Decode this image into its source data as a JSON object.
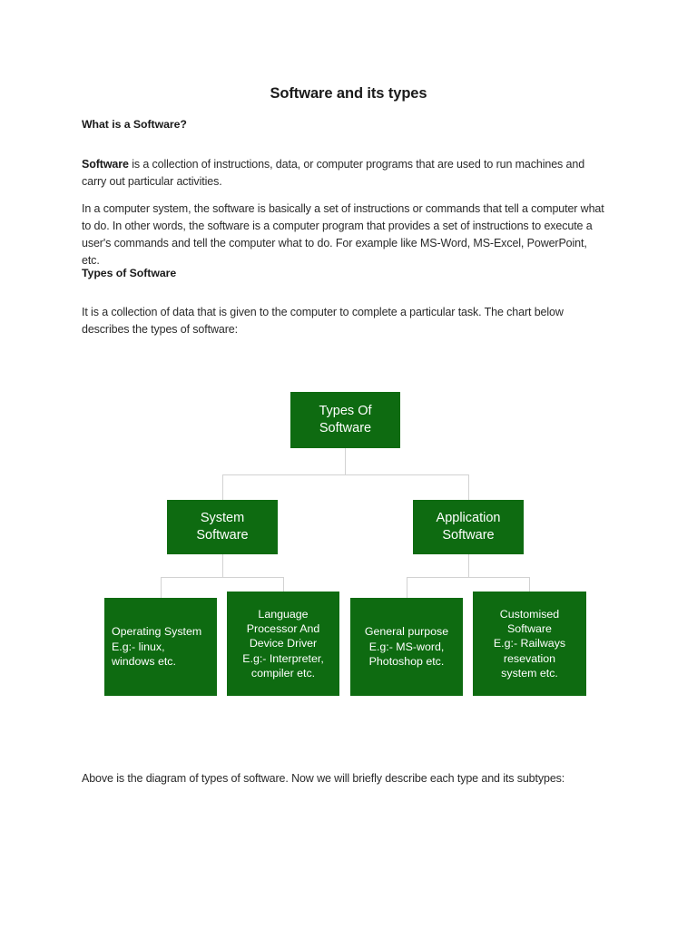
{
  "document": {
    "title": "Software and its types",
    "headings": {
      "what_is": "What is a Software?",
      "types_of": "Types of Software"
    },
    "paragraphs": {
      "p1_lead": "Software",
      "p1_rest": " is a collection of instructions, data, or computer programs that are used to run machines and carry out particular activities.",
      "p2": "In a computer system, the software is basically a set of instructions or commands that tell a computer what to do. In other words, the software is a computer program that provides a set of instructions to execute a user's commands and tell the computer what to do. For example like MS-Word, MS-Excel, PowerPoint, etc.",
      "p3": "It is a collection of data that is given to the computer to complete a particular task. The chart below describes the types of software:",
      "p4": "Above is the diagram of types of software. Now we will briefly describe each type and its subtypes:"
    }
  },
  "chart_data": {
    "type": "diagram",
    "title": "Types Of Software",
    "node_fill": "#0e6b11",
    "node_text_color": "#ffffff",
    "connector_color": "#d2d2d2",
    "nodes": {
      "root": {
        "lines": [
          "Types Of",
          "Software"
        ]
      },
      "system": {
        "lines": [
          "System",
          "Software"
        ]
      },
      "application": {
        "lines": [
          "Application",
          "Software"
        ]
      },
      "operating_system": {
        "lines": [
          "Operating System",
          "E.g:- linux,",
          "windows etc."
        ]
      },
      "language_processor": {
        "lines": [
          "Language",
          "Processor And",
          "Device Driver",
          "E.g:- Interpreter,",
          "compiler etc."
        ]
      },
      "general_purpose": {
        "lines": [
          "General purpose",
          "E.g:- MS-word,",
          "Photoshop etc."
        ]
      },
      "customised": {
        "lines": [
          "Customised",
          "Software",
          "E.g:- Railways",
          "resevation",
          "system etc."
        ]
      }
    },
    "edges": [
      {
        "from": "root",
        "to": "system"
      },
      {
        "from": "root",
        "to": "application"
      },
      {
        "from": "system",
        "to": "operating_system"
      },
      {
        "from": "system",
        "to": "language_processor"
      },
      {
        "from": "application",
        "to": "general_purpose"
      },
      {
        "from": "application",
        "to": "customised"
      }
    ]
  }
}
